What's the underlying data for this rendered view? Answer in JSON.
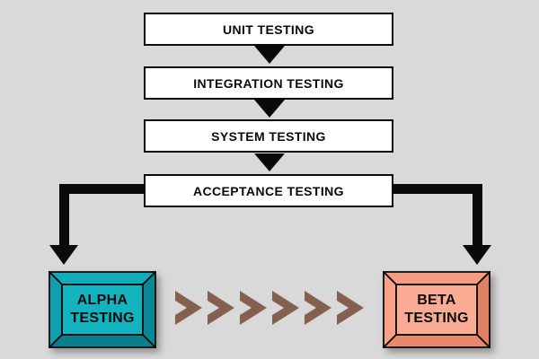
{
  "colors": {
    "bg": "#d9d9d9",
    "ink": "#0a0a0a",
    "box_fill": "#ffffff"
  },
  "flow": {
    "steps": [
      {
        "label": "UNIT TESTING"
      },
      {
        "label": "INTEGRATION TESTING"
      },
      {
        "label": "SYSTEM TESTING"
      },
      {
        "label": "ACCEPTANCE TESTING"
      }
    ]
  },
  "branches": {
    "alpha": {
      "label": "ALPHA\nTESTING",
      "colors": {
        "face": "#14b3c0",
        "bevel_top": "#10acb9",
        "bevel_left": "#0f9fae",
        "bevel_right": "#0a8895",
        "bevel_bottom": "#097f8d"
      }
    },
    "beta": {
      "label": "BETA\nTESTING",
      "colors": {
        "face": "#f9ab93",
        "bevel_top": "#f79c83",
        "bevel_left": "#f7a188",
        "bevel_right": "#e07f63",
        "bevel_bottom": "#e8886c"
      }
    }
  },
  "chevrons": {
    "color": "#86604f",
    "count_note": "6 chevrons pointing right"
  }
}
